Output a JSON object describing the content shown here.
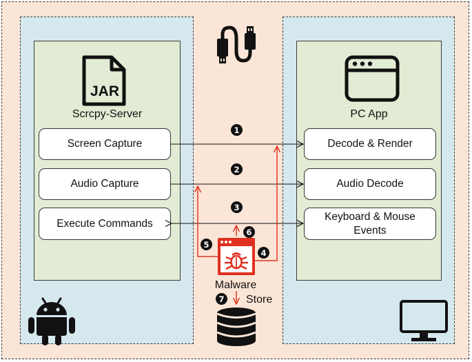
{
  "left_panel": {
    "title": "Scrcpy-Server",
    "jar_label": "JAR",
    "boxes": [
      "Screen Capture",
      "Audio Capture",
      "Execute Commands"
    ]
  },
  "right_panel": {
    "title": "PC App",
    "boxes": [
      "Decode & Render",
      "Audio Decode",
      "Keyboard & Mouse Events"
    ]
  },
  "center": {
    "malware_label": "Malware",
    "store_label": "Store"
  },
  "steps": [
    "1",
    "2",
    "3",
    "4",
    "5",
    "6",
    "7"
  ],
  "icons": [
    "jar-file-icon",
    "app-window-icon",
    "usb-cable-icon",
    "malware-bug-icon",
    "database-icon",
    "android-icon",
    "monitor-icon"
  ],
  "colors": {
    "background": "#fbe5d6",
    "panel": "#d5e8ee",
    "inner": "#e2ebd3",
    "malware": "#e03020"
  }
}
